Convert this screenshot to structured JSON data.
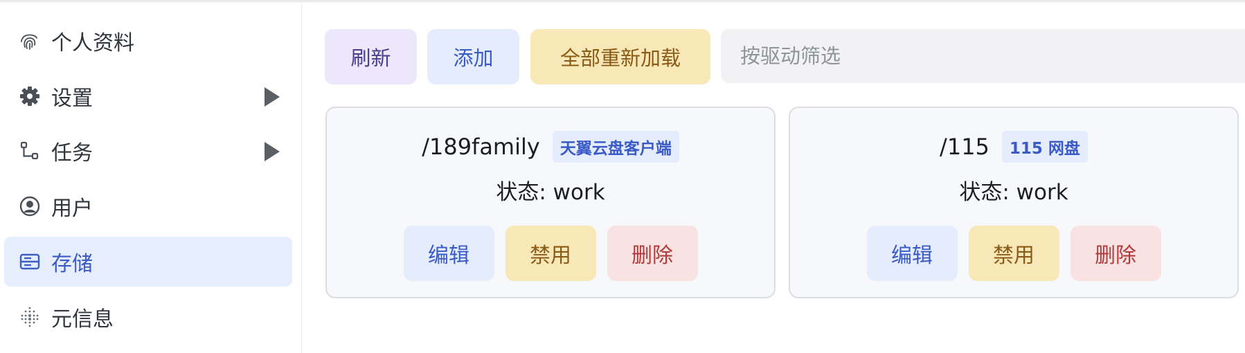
{
  "sidebar": {
    "items": [
      {
        "label": "个人资料",
        "icon": "fingerprint-icon",
        "has_arrow": false,
        "active": false
      },
      {
        "label": "设置",
        "icon": "gear-icon",
        "has_arrow": true,
        "active": false
      },
      {
        "label": "任务",
        "icon": "flow-icon",
        "has_arrow": true,
        "active": false
      },
      {
        "label": "用户",
        "icon": "user-circle-icon",
        "has_arrow": false,
        "active": false
      },
      {
        "label": "存储",
        "icon": "storage-icon",
        "has_arrow": false,
        "active": true
      },
      {
        "label": "元信息",
        "icon": "dots-grid-icon",
        "has_arrow": false,
        "active": false
      }
    ]
  },
  "toolbar": {
    "refresh_label": "刷新",
    "add_label": "添加",
    "reload_all_label": "全部重新加载",
    "filter_placeholder": "按驱动筛选",
    "filter_value": ""
  },
  "storages": [
    {
      "mount_path": "/189family",
      "driver": "天翼云盘客户端",
      "status": "状态: work",
      "edit_label": "编辑",
      "disable_label": "禁用",
      "delete_label": "删除"
    },
    {
      "mount_path": "/115",
      "driver": "115 网盘",
      "status": "状态: work",
      "edit_label": "编辑",
      "disable_label": "禁用",
      "delete_label": "删除"
    }
  ],
  "colors": {
    "accent": "#3a5bc7",
    "active_bg": "#e6edfc",
    "warning_bg": "#f8e8b8",
    "danger_bg": "#f8e2e2",
    "purple_bg": "#ece7fb"
  }
}
